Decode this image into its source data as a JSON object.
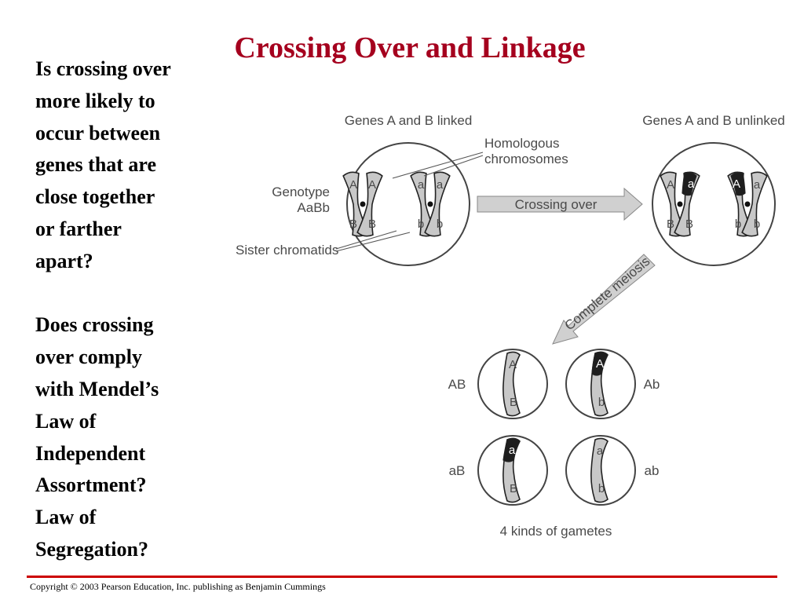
{
  "slide": {
    "title": "Crossing Over and Linkage",
    "question1": "Is crossing over\nmore likely to\noccur between\ngenes that are\nclose together\nor farther\napart?",
    "question2": "Does  crossing\nover comply\nwith Mendel’s\nLaw of\nIndependent\nAssortment?\nLaw of\nSegregation?",
    "footer": "Copyright © 2003 Pearson Education, Inc. publishing as Benjamin Cummings"
  },
  "diagram": {
    "labels": {
      "linked": "Genes A and B linked",
      "unlinked": "Genes A and B unlinked",
      "homologous_1": "Homologous",
      "homologous_2": "chromosomes",
      "genotype_1": "Genotype",
      "genotype_2": "AaBb",
      "sister": "Sister chromatids",
      "crossing_over": "Crossing over",
      "complete_meiosis": "Complete meiosis",
      "gametes": "4 kinds of gametes"
    },
    "gametes": [
      {
        "label": "AB",
        "top": "A",
        "bottom": "B"
      },
      {
        "label": "Ab",
        "top": "A",
        "bottom": "b"
      },
      {
        "label": "aB",
        "top": "a",
        "bottom": "B"
      },
      {
        "label": "ab",
        "top": "a",
        "bottom": "b"
      }
    ],
    "alleles": {
      "A": "A",
      "a": "a",
      "B": "B",
      "b": "b"
    },
    "colors": {
      "title": "#a5001e",
      "rule": "#cc0000",
      "chromosome": "#c8c8c8",
      "dark_segment": "#1e1e1e"
    }
  }
}
